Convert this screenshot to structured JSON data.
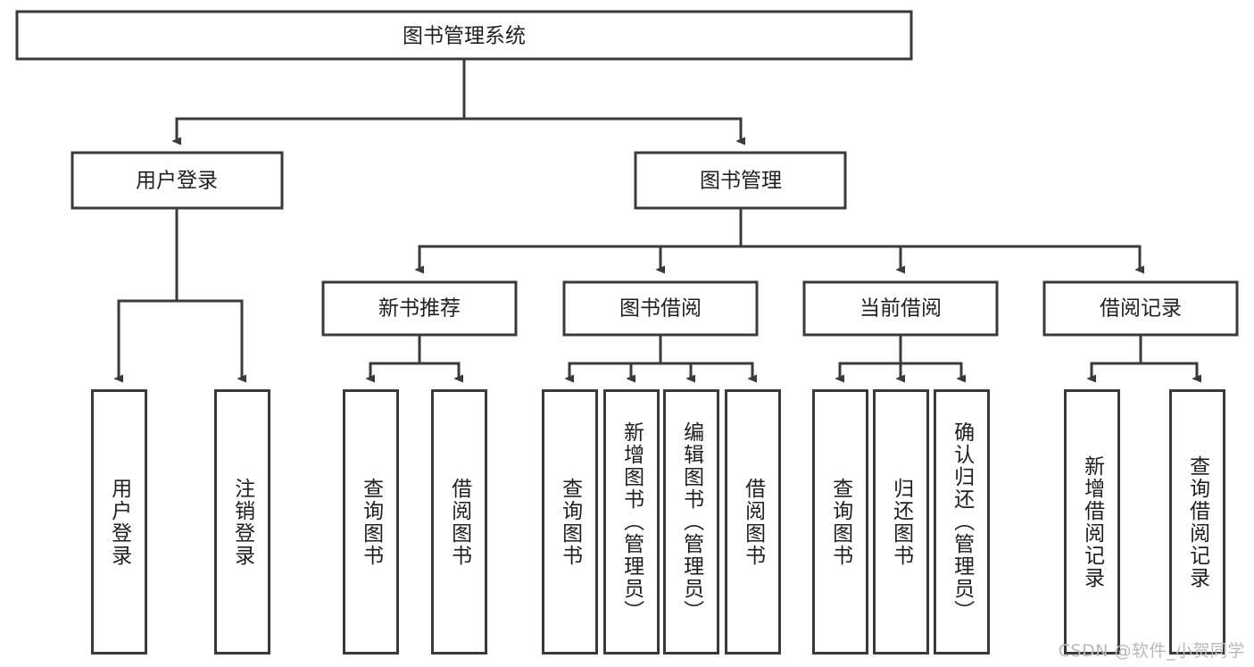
{
  "diagram": {
    "type": "tree-hierarchy",
    "title": "图书管理系统",
    "orientation": "top-down",
    "colors": {
      "stroke": "#3a3a3a",
      "fill": "#ffffff",
      "text": "#1f1f1f",
      "watermark": "#b9b9b9",
      "background": "#ffffff"
    },
    "root": {
      "label": "图书管理系统"
    },
    "level2": [
      {
        "label": "用户登录"
      },
      {
        "label": "图书管理"
      }
    ],
    "level3": [
      {
        "label": "新书推荐"
      },
      {
        "label": "图书借阅"
      },
      {
        "label": "当前借阅"
      },
      {
        "label": "借阅记录"
      }
    ],
    "leaves": {
      "user_login": [
        {
          "label": "用户登录"
        },
        {
          "label": "注销登录"
        }
      ],
      "new_book_recommend": [
        {
          "label": "查询图书"
        },
        {
          "label": "借阅图书"
        }
      ],
      "book_borrow": [
        {
          "label": "查询图书"
        },
        {
          "label": "新增图书（管理员）"
        },
        {
          "label": "编辑图书（管理员）"
        },
        {
          "label": "借阅图书"
        }
      ],
      "current_borrow": [
        {
          "label": "查询图书"
        },
        {
          "label": "归还图书"
        },
        {
          "label": "确认归还（管理员）"
        }
      ],
      "borrow_records": [
        {
          "label": "新增借阅记录"
        },
        {
          "label": "查询借阅记录"
        }
      ]
    },
    "watermark": "CSDN @软件_小贺同学"
  }
}
